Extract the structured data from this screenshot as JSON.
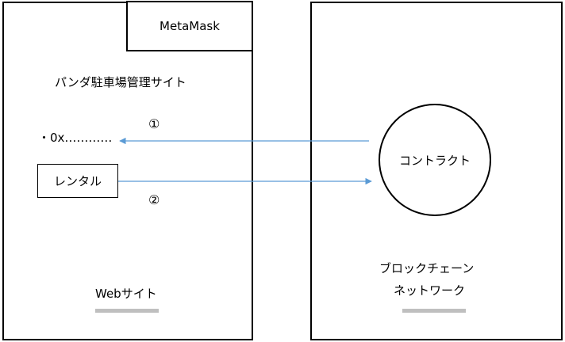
{
  "website": {
    "wallet_tab": "MetaMask",
    "title": "パンダ駐車場管理サイト",
    "address": "・0x…………",
    "rental_button": "レンタル",
    "caption": "Webサイト"
  },
  "blockchain": {
    "contract": "コントラクト",
    "caption_line1": "ブロックチェーン",
    "caption_line2": "ネットワーク"
  },
  "arrows": {
    "step1": "①",
    "step2": "②",
    "color": "#5b9bd5"
  }
}
